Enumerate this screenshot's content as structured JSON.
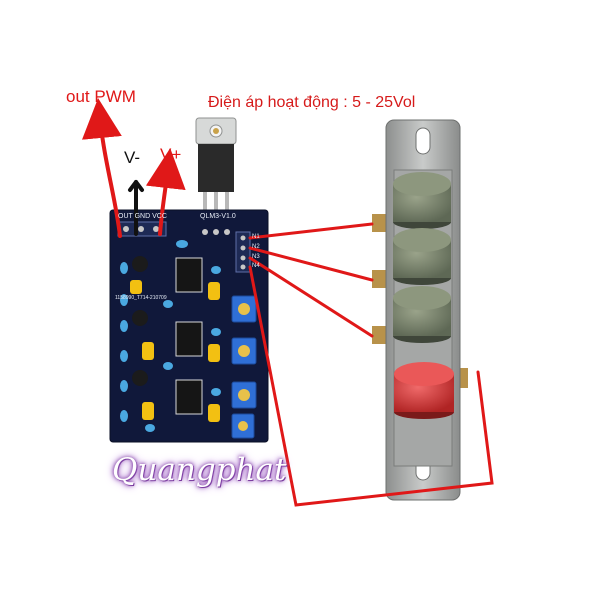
{
  "labels": {
    "out_pwm": "out PWM",
    "voltage": "Điện áp hoạt động : 5 - 25Vol",
    "v_minus": "V-",
    "v_plus": "V+",
    "brand": "Quangphat"
  },
  "board": {
    "header_label": "OUT GND VCC",
    "model": "QLM3-V1.0",
    "code": "1158990_T714-210709",
    "inputs": [
      "N1",
      "N2",
      "N3",
      "N4"
    ]
  },
  "colors": {
    "pcb": "#10183a",
    "wire_red": "#e01818",
    "wire_black": "#111111",
    "button_gray": "#7f8a70",
    "button_red": "#d83a3a"
  },
  "buttons": [
    {
      "color": "gray"
    },
    {
      "color": "gray"
    },
    {
      "color": "gray"
    },
    {
      "color": "red"
    }
  ]
}
